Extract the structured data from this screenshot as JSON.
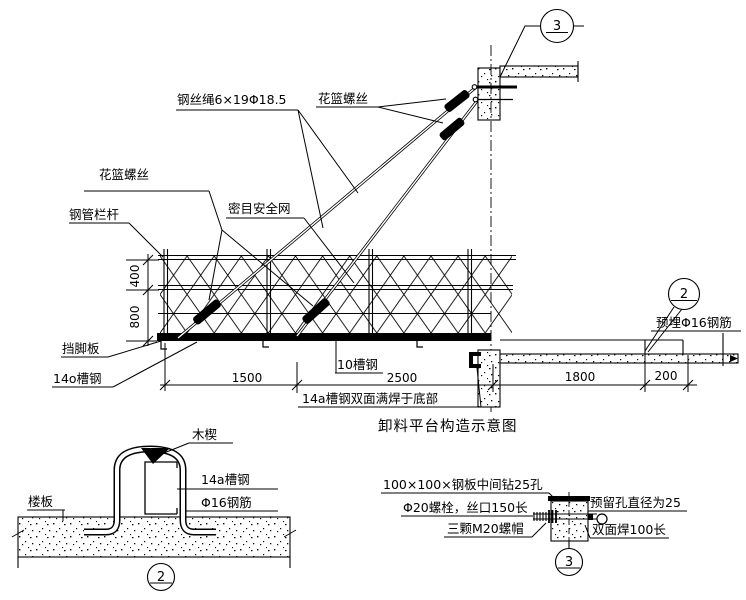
{
  "drawing": {
    "labels": {
      "wire_rope": "钢丝绳6×19Φ18.5",
      "turnbuckle_top": "花篮螺丝",
      "turnbuckle_left": "花篮螺丝",
      "safety_net": "密目安全网",
      "pipe_railing": "钢管栏杆",
      "toe_board": "挡脚板",
      "channel_140": "14o槽钢",
      "channel_10": "10槽钢",
      "weld_note": "14a槽钢双面满焊于底部",
      "embedded_rebar": "预埋Φ16钢筋",
      "title": "卸料平台构造示意图"
    },
    "dimensions": {
      "v400": "400",
      "v800": "800",
      "h1500": "1500",
      "h2500": "2500",
      "h1800": "1800",
      "h200": "200"
    },
    "callouts": {
      "detail2": "2",
      "detail3": "3"
    },
    "detail2": {
      "wedge": "木楔",
      "channel": "14a槽钢",
      "rebar": "Φ16钢筋",
      "floor_slab": "楼板"
    },
    "detail3": {
      "plate_note": "100×100×钢板中间钻25孔",
      "bolt_note": "Φ20螺栓，丝口150长",
      "nuts_note": "三颗M20螺帽",
      "hole_note": "预留孔直径为25",
      "weld_note": "双面焊100长"
    },
    "colors": {
      "line": "#000000",
      "background": "#ffffff"
    }
  }
}
